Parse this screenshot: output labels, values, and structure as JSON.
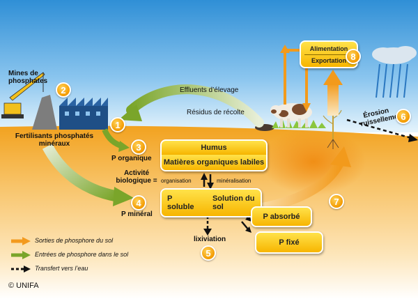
{
  "labels": {
    "mines": "Mines de phosphates",
    "fertilisants": "Fertilisants phosphatés minéraux",
    "effluents": "Effluents d’élevage",
    "residus": "Résidus de récolte",
    "p_organique": "P organique",
    "activite": "Activité biologique =",
    "p_mineral": "P minéral",
    "organisation": "organisation",
    "mineralisation": "minéralisation",
    "lixiviation": "lixiviation",
    "erosion": "Érosion ruissellement",
    "copyright": "© UNIFA"
  },
  "boxes": {
    "humus": "Humus",
    "mol": "Matières organiques labiles",
    "p_soluble": "P soluble",
    "solution": "Solution du sol",
    "p_absorbe": "P absorbé",
    "p_fixe": "P fixé",
    "alimentation": "Alimentation",
    "exportation": "Exportation"
  },
  "numbers": {
    "n1": "1",
    "n2": "2",
    "n3": "3",
    "n4": "4",
    "n5": "5",
    "n6": "6",
    "n7": "7",
    "n8": "8"
  },
  "legend": [
    {
      "label": "Sorties de phosphore du sol",
      "color": "#f39a1e"
    },
    {
      "label": "Entrées de phosphore dans le sol",
      "color": "#7aa52a"
    },
    {
      "label": "Transfert vers l’eau",
      "color": "#111111"
    }
  ],
  "colors": {
    "sky_top": "#2f8fd6",
    "sky_bottom": "#cde8f8",
    "soil_top": "#f2a21f",
    "soil_bottom": "#fff3dc",
    "green_arrow": "#7aa52a",
    "orange_arrow": "#f29a1c"
  }
}
